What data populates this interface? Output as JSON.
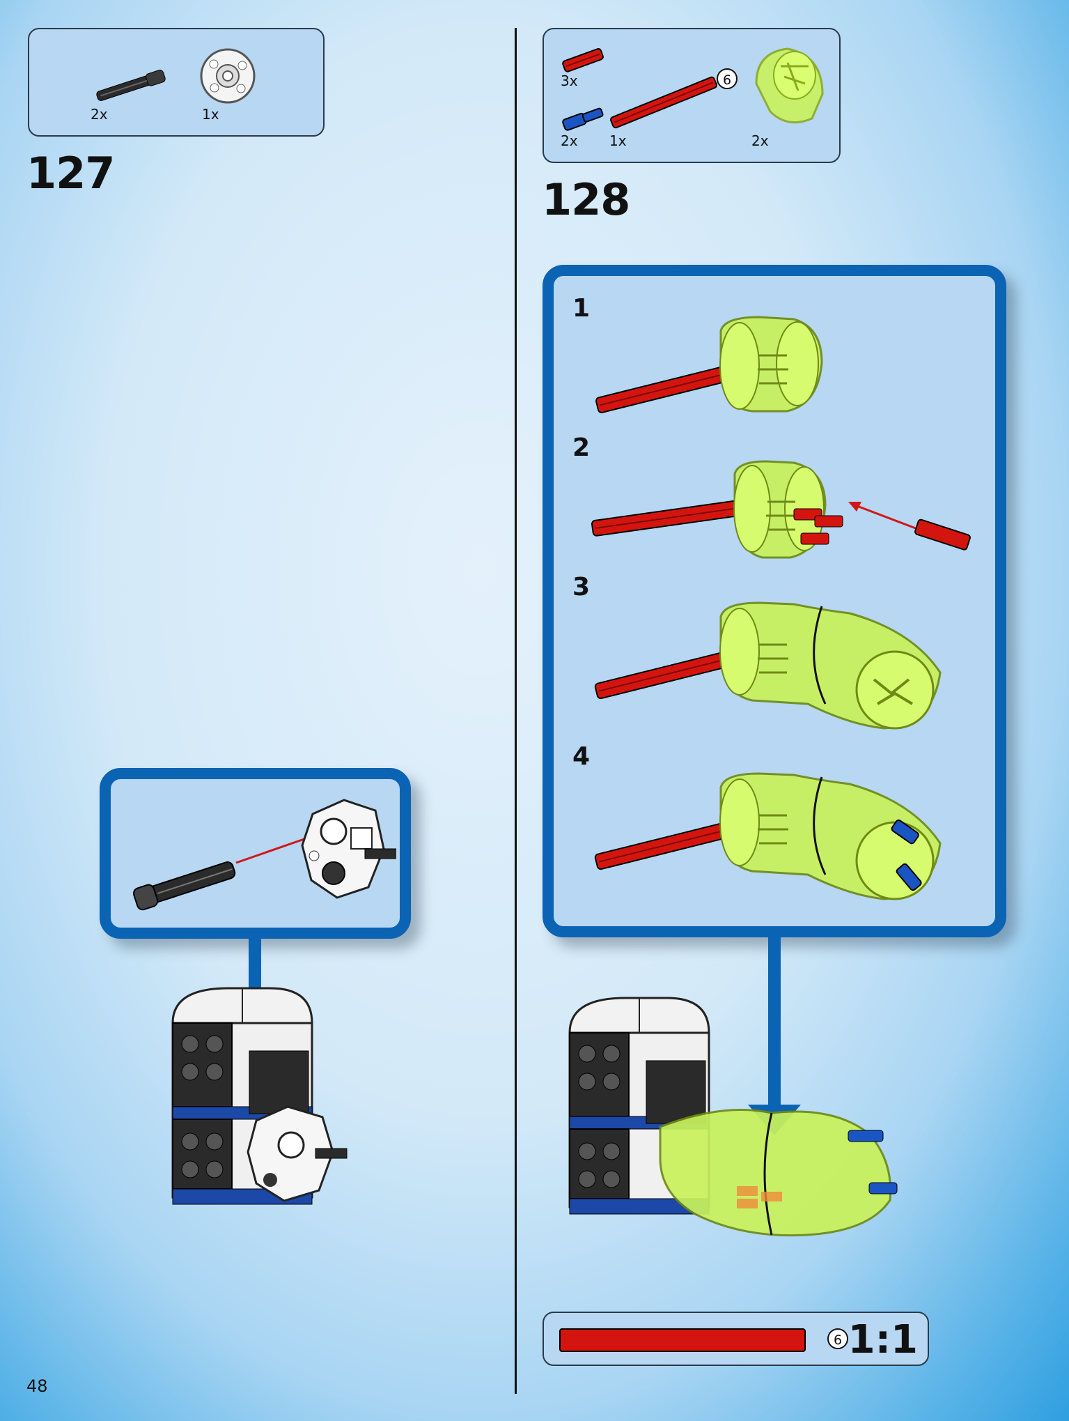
{
  "page_number": "48",
  "step127": {
    "number": "127",
    "parts": [
      {
        "qty": "2x",
        "name": "black-axle-pin"
      },
      {
        "qty": "1x",
        "name": "white-hub-wheel"
      }
    ]
  },
  "step128": {
    "number": "128",
    "parts": [
      {
        "qty": "3x",
        "name": "red-short-axle"
      },
      {
        "qty": "2x",
        "name": "blue-axle-pin"
      },
      {
        "qty": "1x",
        "name": "red-axle-length-6",
        "length": "6"
      },
      {
        "qty": "2x",
        "name": "lime-trans-tube-bend"
      }
    ],
    "substeps": [
      "1",
      "2",
      "3",
      "4"
    ]
  },
  "scale_ruler": {
    "length": "6",
    "ratio": "1:1"
  },
  "colors": {
    "callout_border": "#0a63b3",
    "box_fill": "#b7d7f3",
    "red_axle": "#d4150f",
    "lime_trans": "#c9f25b",
    "blue_pin": "#1a55c4",
    "arrow": "#d01818"
  }
}
